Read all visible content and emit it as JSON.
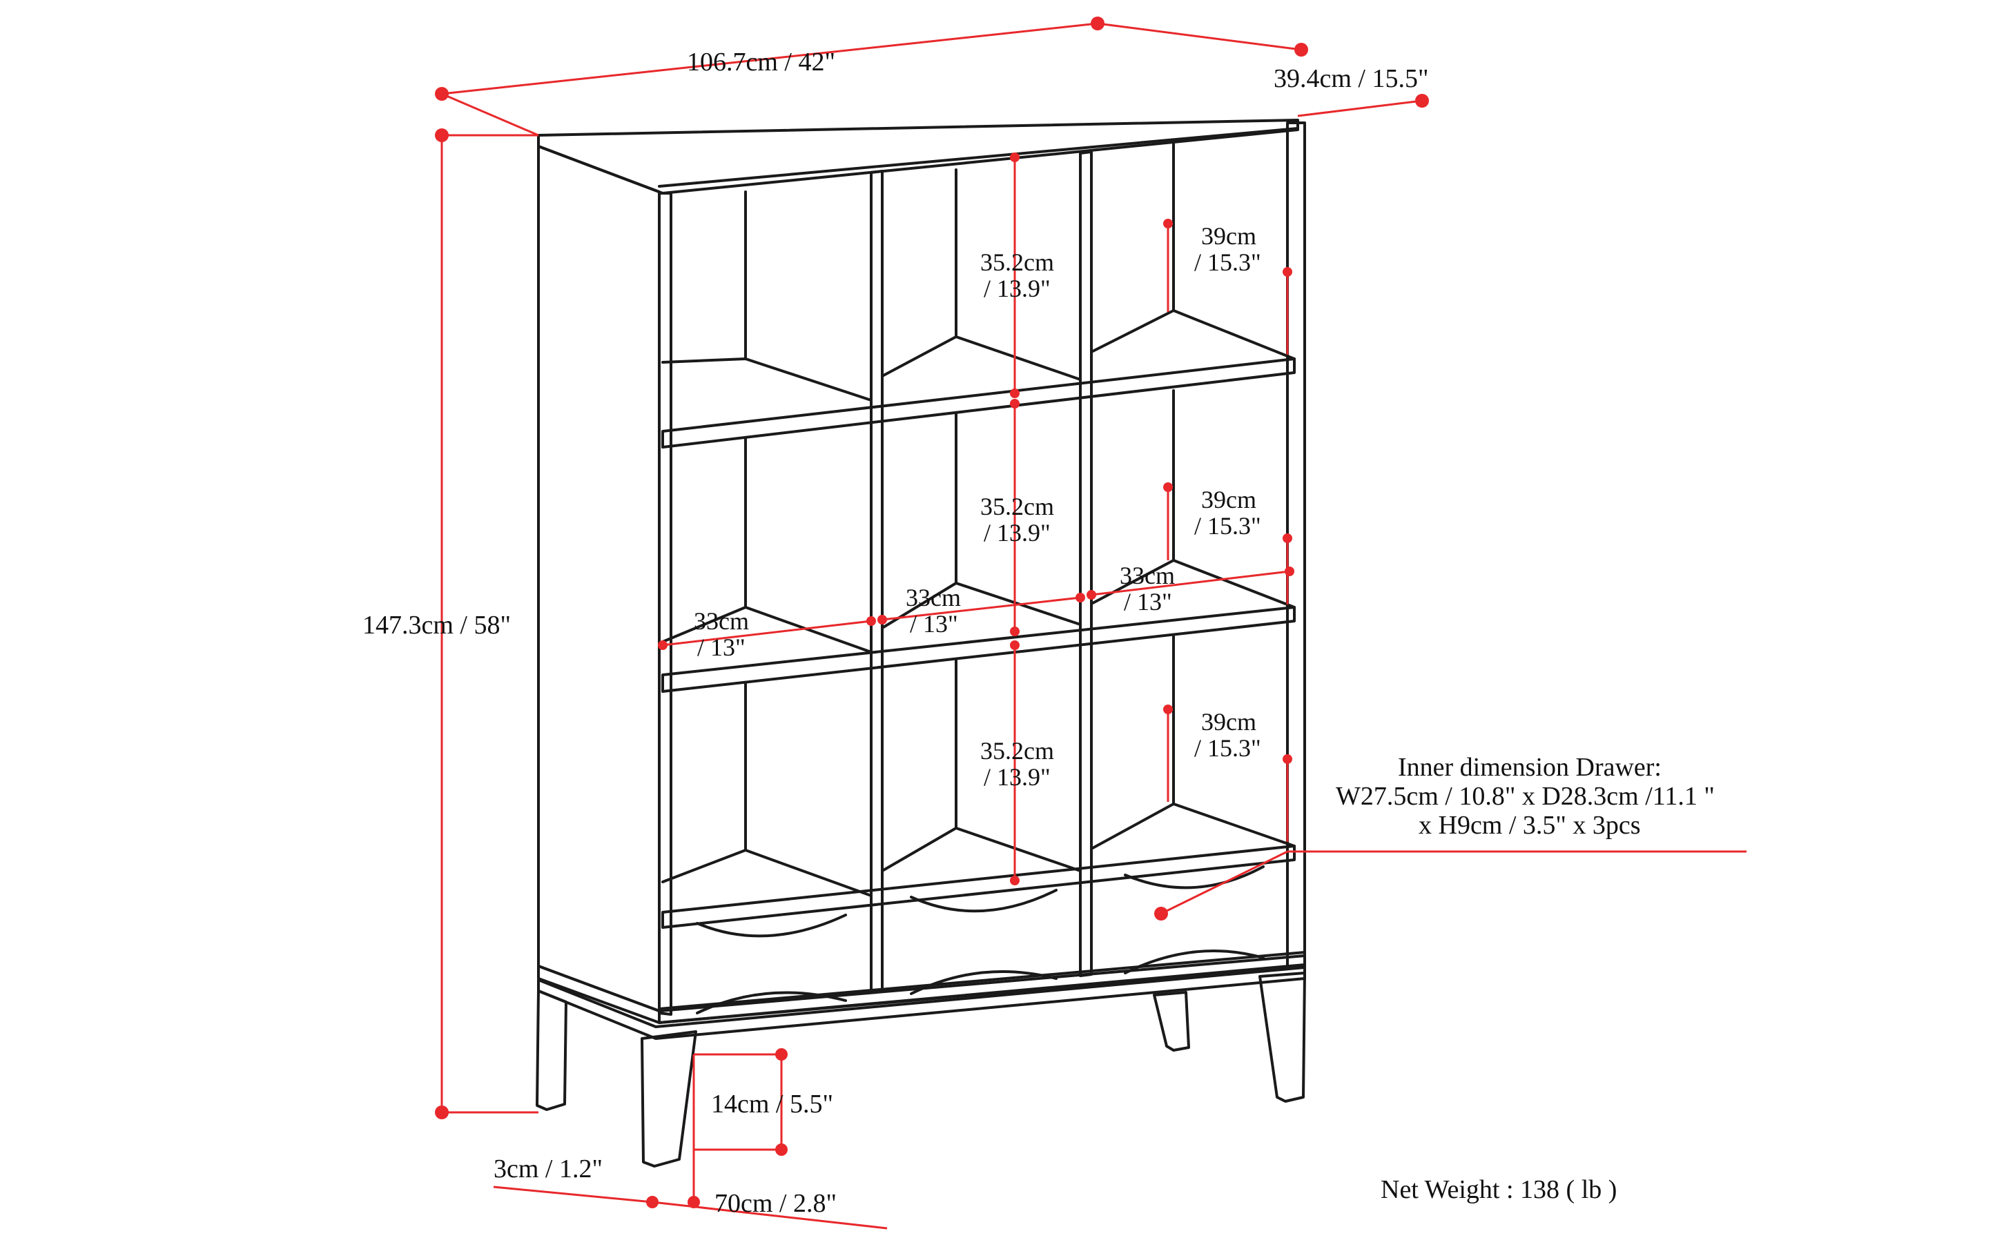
{
  "colors": {
    "line": "#1a1a1a",
    "dimension": "#e8282b",
    "background": "#ffffff"
  },
  "dimensions": {
    "overall_width": "106.7cm / 42\"",
    "overall_depth": "39.4cm / 15.5\"",
    "overall_height": "147.3cm / 58\"",
    "cubby_height_label": "35.2cm",
    "cubby_height_label_in": "/ 13.9\"",
    "cubby_depth_label": "39cm",
    "cubby_depth_label_in": "/ 15.3\"",
    "cubby_width_label": "33cm",
    "cubby_width_label_in": "/ 13\"",
    "leg_height": "14cm / 5.5\"",
    "leg_thickness": "3cm / 1.2\"",
    "leg_span": "70cm / 2.8\""
  },
  "drawer_note": {
    "line1": "Inner dimension Drawer:",
    "line2": "W27.5cm / 10.8\" x D28.3cm /11.1 \"",
    "line3": "x H9cm / 3.5\" x 3pcs"
  },
  "net_weight": "Net Weight : 138 ( lb )"
}
